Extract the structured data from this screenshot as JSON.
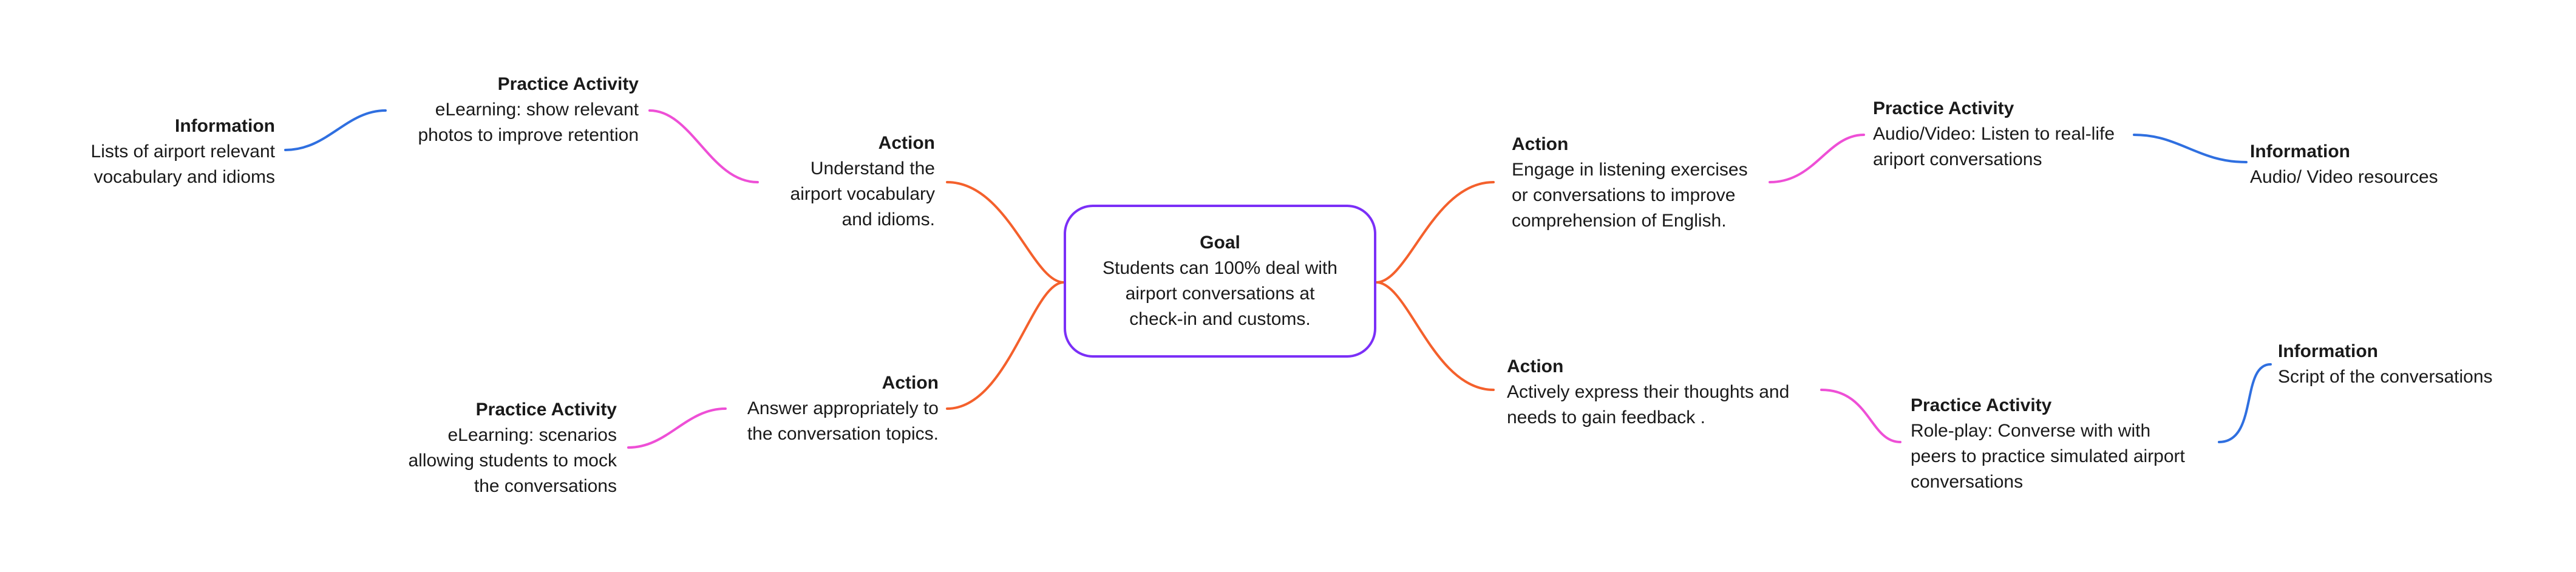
{
  "colors": {
    "goal_border": "#7b2ff7",
    "action_link": "#f4602c",
    "practice_link": "#ee4fd6",
    "information_link": "#2f6fe0"
  },
  "goal": {
    "title": "Goal",
    "text": "Students can 100% deal with\nairport conversations at\ncheck-in and customs."
  },
  "left_top": {
    "action": {
      "title": "Action",
      "text": "Understand the\nairport vocabulary\nand idioms."
    },
    "practice": {
      "title": "Practice Activity",
      "text": "eLearning: show relevant\nphotos to improve  retention"
    },
    "information": {
      "title": "Information",
      "text": "Lists of airport relevant\nvocabulary and idioms"
    }
  },
  "left_bottom": {
    "action": {
      "title": "Action",
      "text": "Answer appropriately to\nthe conversation topics."
    },
    "practice": {
      "title": "Practice Activity",
      "text": "eLearning: scenarios\nallowing students to mock\nthe conversations"
    }
  },
  "right_top": {
    "action": {
      "title": "Action",
      "text": "Engage in listening exercises\nor conversations to improve\ncomprehension of English."
    },
    "practice": {
      "title": "Practice Activity",
      "text": "Audio/Video: Listen to real-life\nariport conversations"
    },
    "information": {
      "title": "Information",
      "text": "Audio/ Video resources"
    }
  },
  "right_bottom": {
    "action": {
      "title": "Action",
      "text": "Actively express their thoughts and\nneeds to gain feedback ."
    },
    "practice": {
      "title": "Practice Activity",
      "text": "Role-play: Converse with with\npeers to practice simulated airport\nconversations"
    },
    "information": {
      "title": "Information",
      "text": "Script of the conversations"
    }
  }
}
